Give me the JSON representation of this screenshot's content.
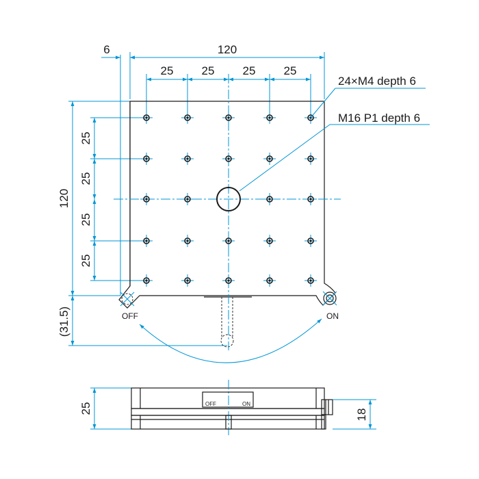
{
  "top_view": {
    "overall_width": "120",
    "overall_height": "120",
    "offset": "6",
    "pitch_x": [
      "25",
      "25",
      "25",
      "25"
    ],
    "pitch_y": [
      "25",
      "25",
      "25",
      "25"
    ],
    "handle_extension": "(31.5)",
    "callout_holes": "24×M4 depth 6",
    "callout_center": "M16 P1 depth 6",
    "lock_off": "OFF",
    "lock_on": "ON"
  },
  "side_view": {
    "height": "25",
    "knob_height": "18",
    "window_off": "OFF",
    "window_on": "ON"
  },
  "colors": {
    "dimension": "#0096d6",
    "outline": "#1a1a1a"
  }
}
